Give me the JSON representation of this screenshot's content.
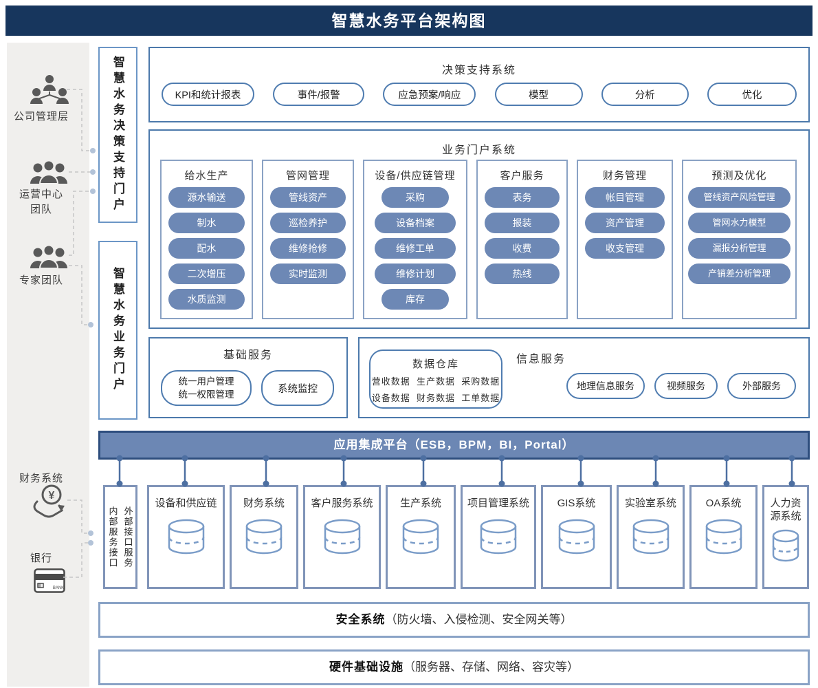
{
  "title": "智慧水务平台架构图",
  "sidebar": {
    "company_label": "公司管理层",
    "ops_label_line1": "运营中心",
    "ops_label_line2": "团队",
    "expert_label": "专家团队",
    "finance_label": "财务系统",
    "bank_label": "银行"
  },
  "portals": {
    "decision": "智慧水务决策支持门户",
    "business": "智慧水务业务门户"
  },
  "decision_system": {
    "title": "决策支持系统",
    "items": [
      "KPI和统计报表",
      "事件/报警",
      "应急预案/响应",
      "模型",
      "分析",
      "优化"
    ]
  },
  "business_portal": {
    "title": "业务门户系统",
    "columns": [
      {
        "title": "给水生产",
        "items": [
          "源水输送",
          "制水",
          "配水",
          "二次增压",
          "水质监测"
        ]
      },
      {
        "title": "管网管理",
        "items": [
          "管线资产",
          "巡检养护",
          "维修抢修",
          "实时监测"
        ]
      },
      {
        "title": "设备/供应链管理",
        "items": [
          "采购",
          "设备档案",
          "维修工单",
          "维修计划",
          "库存"
        ]
      },
      {
        "title": "客户服务",
        "items": [
          "表务",
          "报装",
          "收费",
          "热线"
        ]
      },
      {
        "title": "财务管理",
        "items": [
          "帐目管理",
          "资产管理",
          "收支管理"
        ]
      },
      {
        "title": "预测及优化",
        "items": [
          "管线资产风险管理",
          "管网水力模型",
          "漏报分析管理",
          "产销差分析管理"
        ]
      }
    ]
  },
  "base_services": {
    "title": "基础服务",
    "unified_lines": [
      "统一用户管理",
      "统一权限管理"
    ],
    "monitor": "系统监控"
  },
  "data_warehouse": {
    "title": "数据仓库",
    "rows": [
      "营收数据  生产数据  采购数据",
      "设备数据  财务数据  工单数据"
    ]
  },
  "info_services": {
    "title": "信息服务",
    "items": [
      "地理信息服务",
      "视频服务",
      "外部服务"
    ]
  },
  "integration_platform": {
    "label": "应用集成平台（ESB，BPM，BI，Portal）"
  },
  "interface_box": {
    "labels": [
      "内部服务接口",
      "外部接口服务"
    ]
  },
  "systems": [
    "设备和供应链",
    "财务系统",
    "客户服务系统",
    "生产系统",
    "项目管理系统",
    "GIS系统",
    "实验室系统",
    "OA系统",
    "人力资源系统"
  ],
  "security_bar": {
    "title": "安全系统",
    "detail": "（防火墙、入侵检测、安全网关等）"
  },
  "hardware_bar": {
    "title": "硬件基础设施",
    "detail": "（服务器、存储、网络、容灾等）"
  },
  "colors": {
    "header_bg": "#17365d",
    "pill_fill": "#6d88b5",
    "accent_border": "#4c79ab",
    "connector": "#4d6fa1"
  }
}
